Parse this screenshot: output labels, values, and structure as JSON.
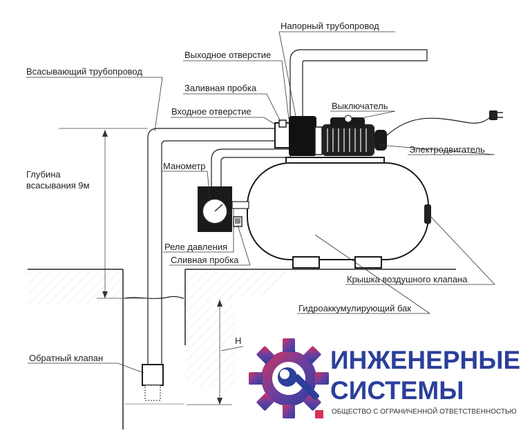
{
  "labels": {
    "pressure_pipe": "Напорный трубопровод",
    "outlet": "Выходное отверстие",
    "suction_pipe": "Всасывающий трубопровод",
    "fill_plug": "Заливная пробка",
    "inlet": "Входное отверстие",
    "switch": "Выключатель",
    "motor": "Электродвигатель",
    "manometer": "Манометр",
    "depth_line1": "Глубина",
    "depth_line2": "всасывания 9м",
    "pressure_relay": "Реле давления",
    "drain_plug": "Сливная пробка",
    "air_valve_cap": "Крышка воздушного клапана",
    "tank": "Гидроаккумулирующий бак",
    "check_valve": "Обратный клапан",
    "h_label": "Н"
  },
  "logo": {
    "line1": "ИНЖЕНЕРНЫЕ",
    "line2": "СИСТЕМЫ",
    "tagline": "ОБЩЕСТВО С ОГРАНИЧЕННОЙ ОТВЕТСТВЕННОСТЬЮ",
    "colors": {
      "blue": "#2c3f9a",
      "purple": "#6b3fa0",
      "red": "#d6335a"
    }
  }
}
